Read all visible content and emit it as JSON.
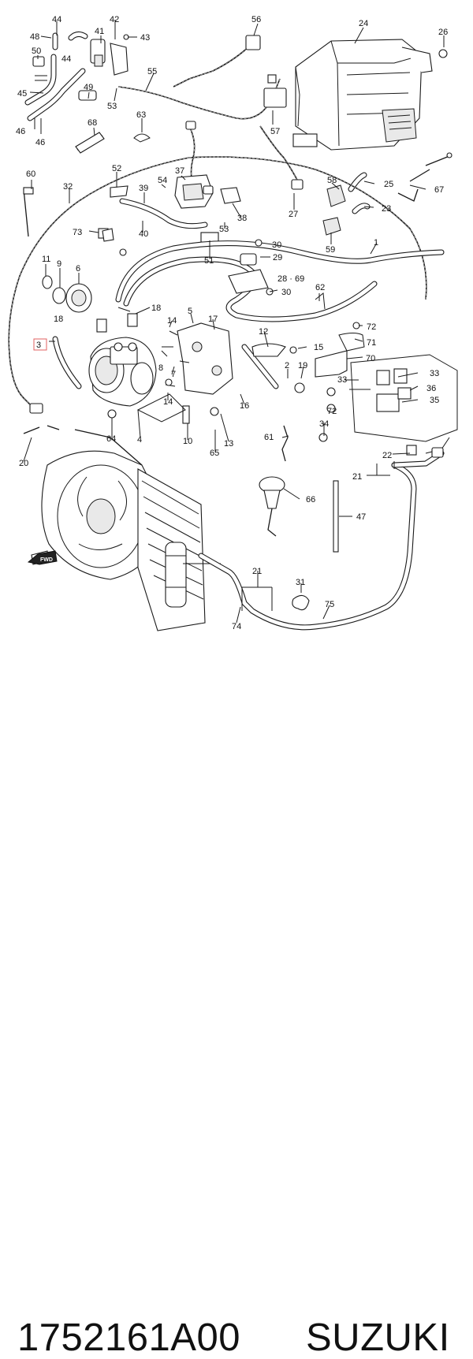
{
  "caption": {
    "part_number": "1752161A00",
    "brand": "SUZUKI"
  },
  "diagram": {
    "fwd_marker": "FWD",
    "highlighted_callout": "3",
    "callouts": [
      "44",
      "42",
      "56",
      "24",
      "48",
      "41",
      "43",
      "26",
      "50",
      "44",
      "45",
      "49",
      "55",
      "53",
      "46",
      "46",
      "68",
      "63",
      "57",
      "60",
      "52",
      "37",
      "32",
      "39",
      "54",
      "58",
      "25",
      "27",
      "67",
      "73",
      "40",
      "53",
      "38",
      "23",
      "30",
      "51",
      "59",
      "1",
      "11",
      "9",
      "6",
      "29",
      "28 · 69",
      "18",
      "18",
      "62",
      "30",
      "3",
      "14",
      "17",
      "72",
      "5",
      "12",
      "71",
      "15",
      "72",
      "70",
      "8",
      "2",
      "19",
      "7",
      "14",
      "33",
      "33",
      "36",
      "16",
      "35",
      "64",
      "4",
      "10",
      "13",
      "34",
      "65",
      "61",
      "20",
      "22",
      "21",
      "66",
      "47",
      "21",
      "31",
      "75",
      "74"
    ]
  }
}
